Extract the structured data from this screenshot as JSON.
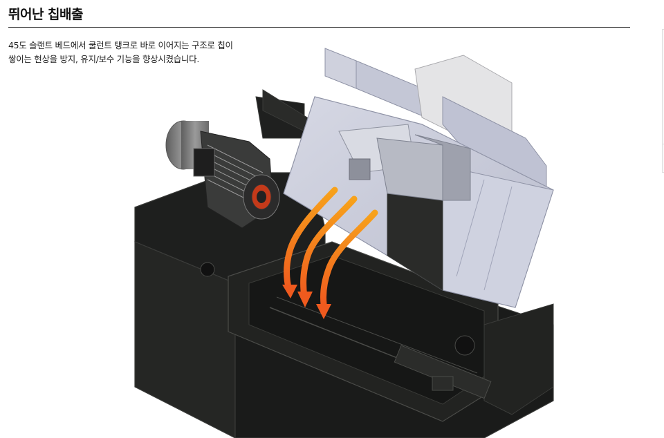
{
  "section": {
    "title": "뛰어난 칩배출",
    "description_line1": "45도 슬랜트 베드에서 쿨런트 탱크로 바로 이어지는 구조로 칩이",
    "description_line2": "쌓이는 현상을 방지, 유지/보수 기능을 향상시켰습니다."
  },
  "illustration": {
    "subject": "45-degree slant bed CNC lathe with chip flow arrows",
    "colors": {
      "bed": "#1e1f1e",
      "bed_edge": "#3b3c3a",
      "cover": "#c9ccdb",
      "cover_dark": "#9da1b6",
      "motor": "#7b7b7b",
      "arrow_start": "#f7a21b",
      "arrow_end": "#ef5a1e"
    }
  }
}
